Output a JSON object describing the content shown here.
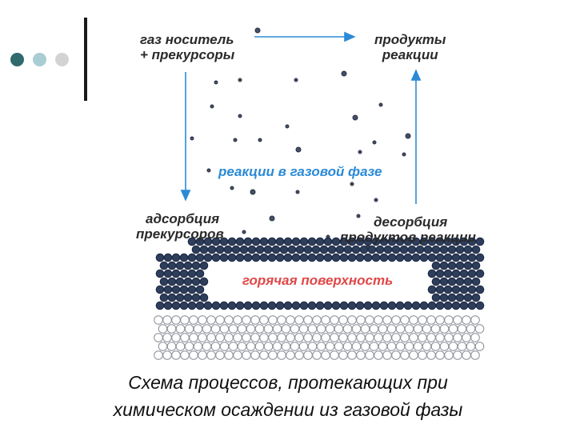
{
  "slide": {
    "decor_colors": [
      "#2f6a6c",
      "#a9cdd2",
      "#d3d3d3"
    ]
  },
  "diagram": {
    "label_gas": [
      "газ носитель",
      "+ прекурсоры"
    ],
    "label_products": [
      "продукты",
      "реакции"
    ],
    "label_gas_phase": "реакции в газовой фазе",
    "label_adsorption": [
      "адсорбция",
      "прекурсоров"
    ],
    "label_desorption": [
      "десорбция",
      "продуктов реакции"
    ],
    "label_hot_surface": "горячая поверхность",
    "colors": {
      "arrow": "#2b8ad6",
      "hot_text": "#e04848",
      "deposit": "#2d3d5c",
      "substrate": "#ffffff"
    }
  },
  "caption": {
    "line1": "Схема процессов, протекающих при",
    "line2": "химическом осаждении из газовой фазы"
  }
}
